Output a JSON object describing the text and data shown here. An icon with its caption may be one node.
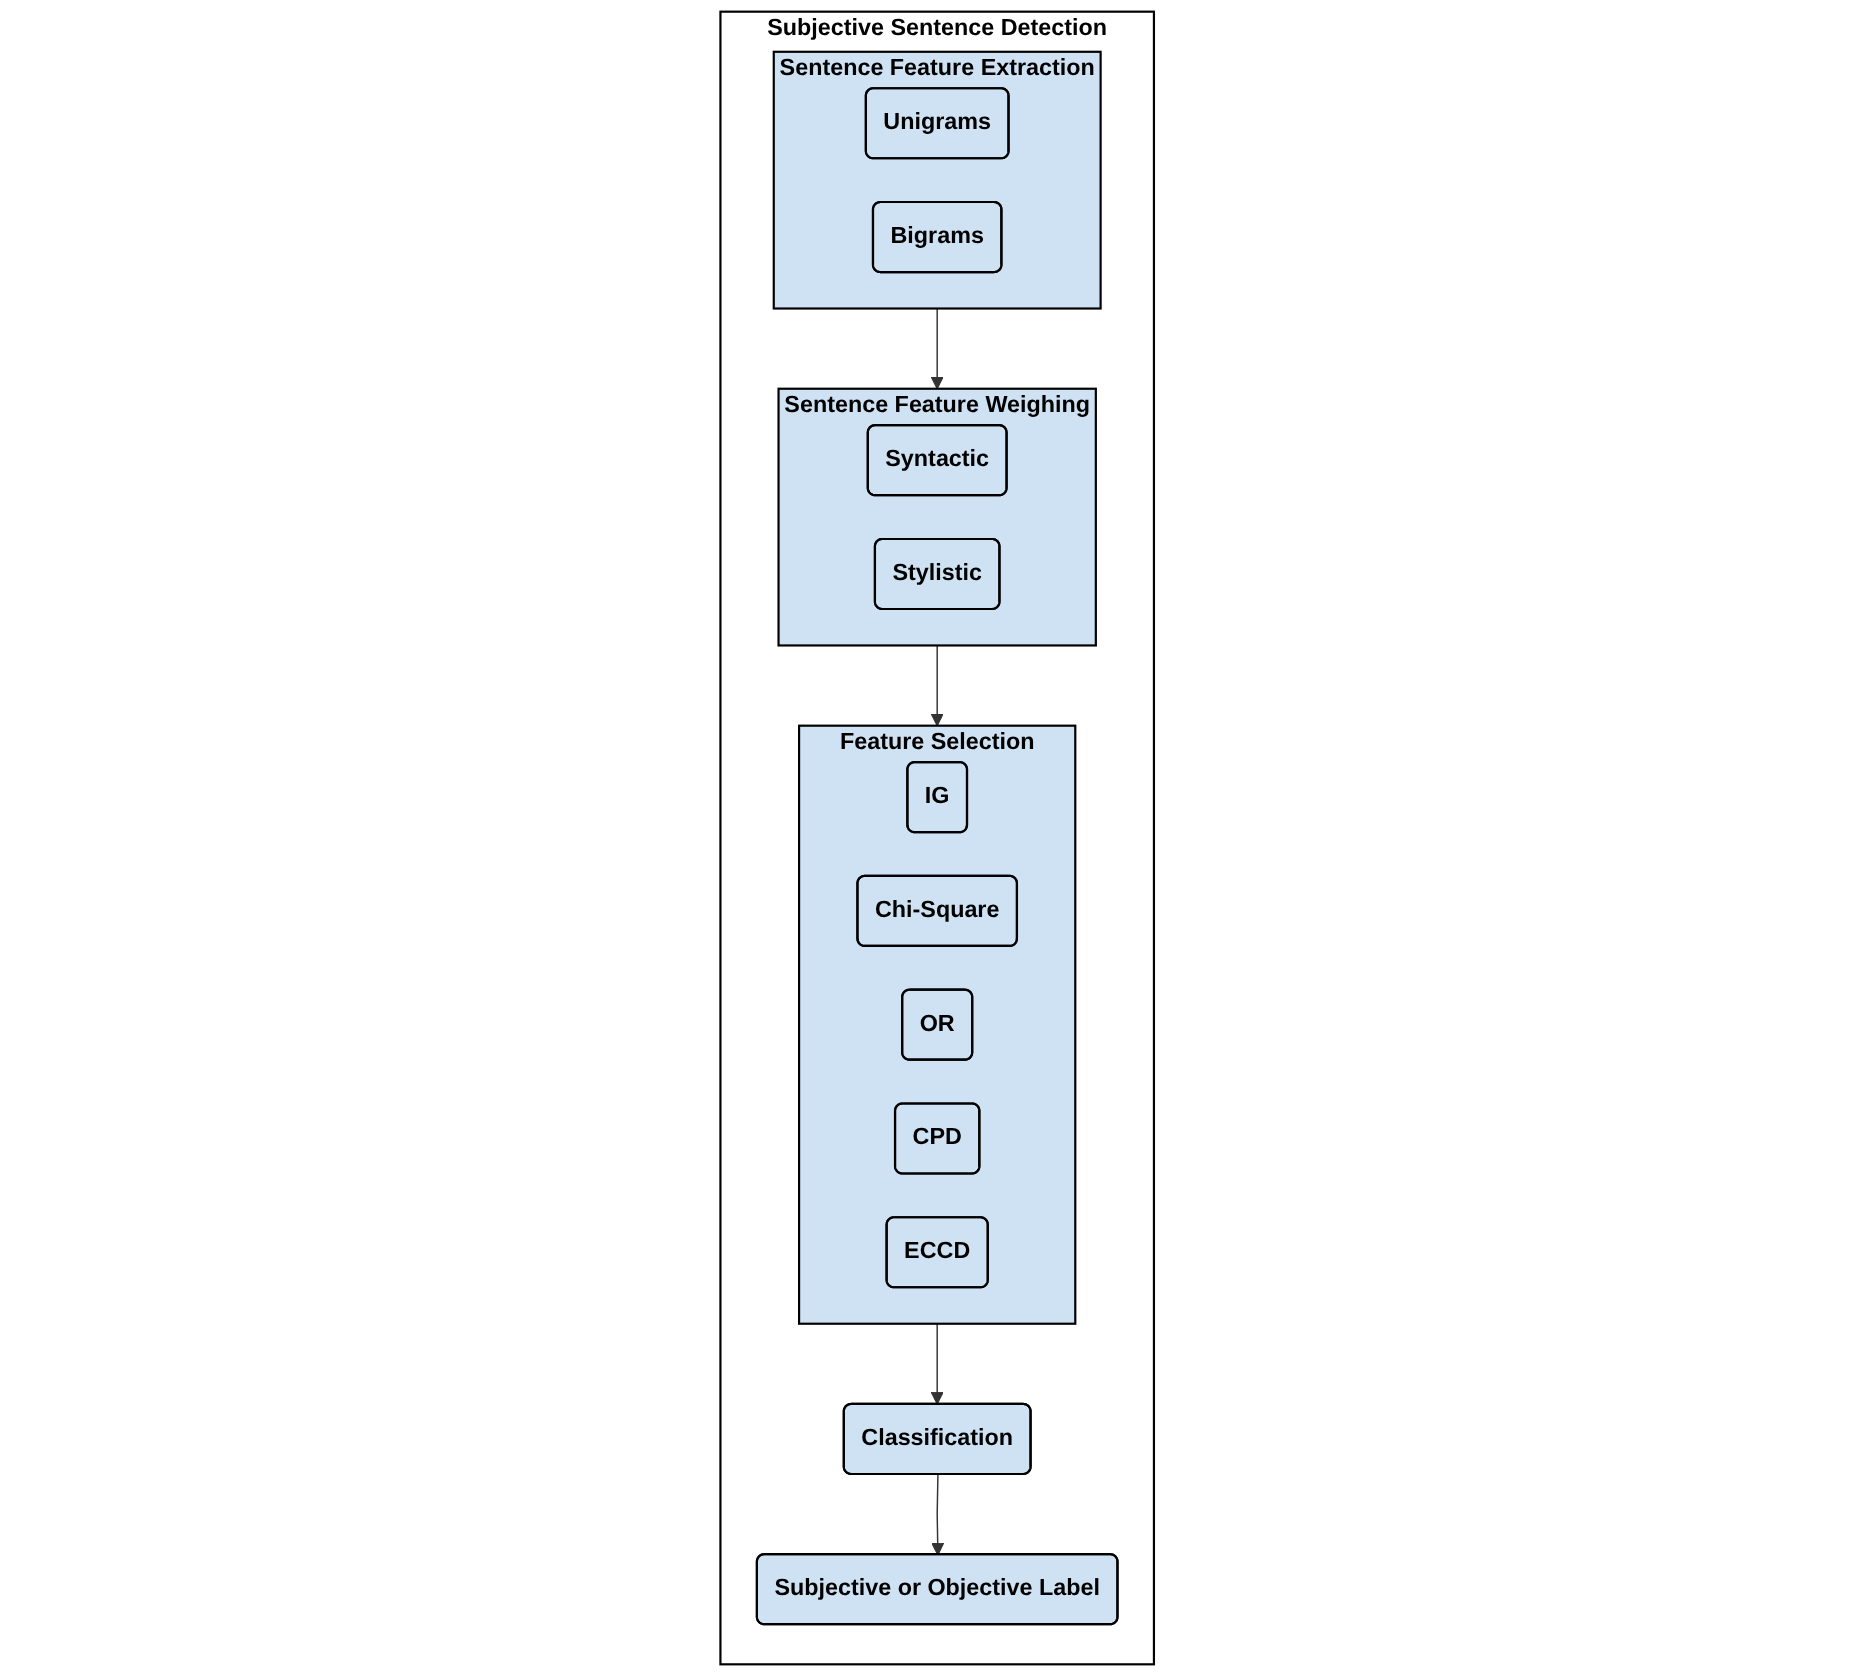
{
  "diagram": {
    "nodes": [
      {
        "text": [
          "Subjective Sentence Detection"
        ]
      },
      {
        "text": [
          "Sentence Feature Extraction"
        ],
        "in": 0
      },
      {
        "text": [
          "Unigrams"
        ],
        "in": 1
      },
      {
        "text": [
          "Bigrams"
        ],
        "in": 1
      },
      {
        "text": [
          "Sentence Feature Weighing"
        ],
        "in": 0
      },
      {
        "text": [
          "Syntactic"
        ],
        "in": 4
      },
      {
        "text": [
          "Stylistic"
        ],
        "in": 4
      },
      {
        "text": [
          "Feature Selection"
        ],
        "in": 0
      },
      {
        "text": [
          "IG"
        ],
        "in": 7
      },
      {
        "text": [
          "Chi-Square"
        ],
        "in": 7
      },
      {
        "text": [
          "OR"
        ],
        "in": 7
      },
      {
        "text": [
          "CPD"
        ],
        "in": 7
      },
      {
        "text": [
          "ECCD"
        ],
        "in": 7
      },
      {
        "text": [
          "Classification"
        ],
        "in": 0
      },
      {
        "text": [
          "Subjective or Objective Label"
        ],
        "in": 0
      }
    ],
    "edges": [
      {
        "from": 1,
        "to": 4,
        "arrow": "to"
      },
      {
        "from": 4,
        "to": 7,
        "arrow": "to"
      },
      {
        "from": 7,
        "to": 13,
        "arrow": "to"
      },
      {
        "from": 13,
        "to": 14,
        "arrow": "to"
      }
    ]
  }
}
